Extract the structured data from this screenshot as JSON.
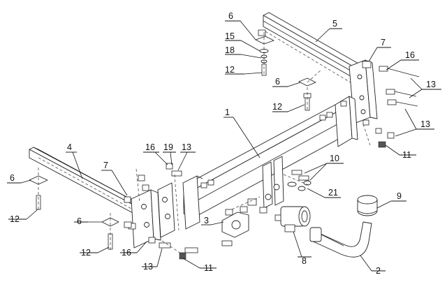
{
  "diagram": {
    "labels": {
      "p1": "1",
      "p2": "2",
      "p3": "3",
      "p4": "4",
      "p5": "5",
      "p6a": "6",
      "p6b": "6",
      "p6c": "6",
      "p6d": "6",
      "p7a": "7",
      "p7b": "7",
      "p8": "8",
      "p9": "9",
      "p10": "10",
      "p11a": "11",
      "p11b": "11",
      "p12a": "12",
      "p12b": "12",
      "p12c": "12",
      "p12d": "12",
      "p13a": "13",
      "p13b": "13",
      "p13c": "13",
      "p13d": "13",
      "p15": "15",
      "p16a": "16",
      "p16b": "16",
      "p16c": "16",
      "p18": "18",
      "p19": "19",
      "p21": "21"
    }
  }
}
